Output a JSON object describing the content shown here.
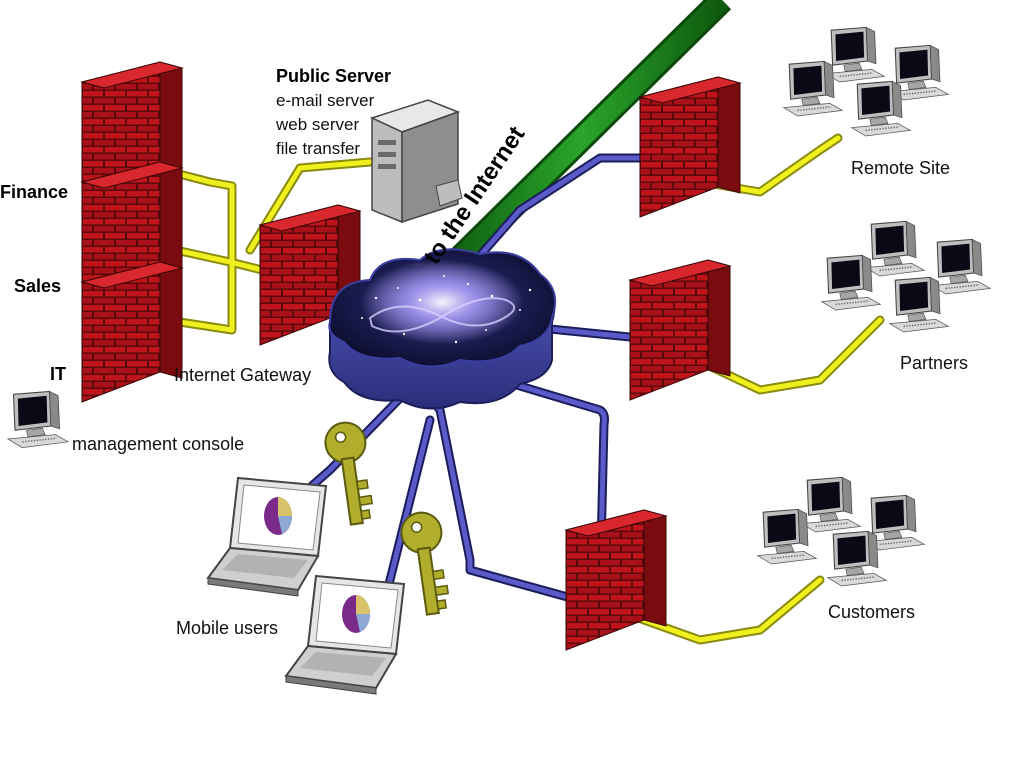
{
  "diagram": {
    "public_server": {
      "title": "Public Server",
      "services": [
        "e-mail server",
        "web server",
        "file transfer"
      ]
    },
    "departments": [
      "Finance",
      "Sales",
      "IT"
    ],
    "internet_link_label": "to the Internet",
    "gateway_label": "Internet Gateway",
    "management_console_label": "management console",
    "mobile_users_label": "Mobile users",
    "remote_sites": [
      {
        "label": "Remote Site"
      },
      {
        "label": "Partners"
      },
      {
        "label": "Customers"
      }
    ],
    "colors": {
      "firewall_brick": "#b3121a",
      "firewall_mortar": "#5a0a0a",
      "lan_cable": "#e5e51a",
      "wan_cable": "#3a3a96",
      "internet_pipe": "#1e8a1e",
      "cloud": "#4a4fb4",
      "key": "#a8a82a"
    }
  }
}
